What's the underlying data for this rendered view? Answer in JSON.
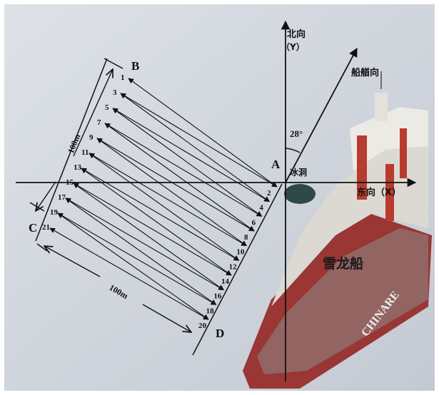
{
  "labels": {
    "north": "北向",
    "north_axis": "（Y）",
    "east": "东向（X）",
    "heading": "船艏向",
    "angle": "28°",
    "ice_hole": "冰洞",
    "ship": "雪龙船",
    "hull_text": "CHINARE",
    "A": "A",
    "B": "B",
    "C": "C",
    "D": "D",
    "dist_bc": "100m",
    "dist_cd": "100m"
  },
  "left_points": [
    "1",
    "3",
    "5",
    "7",
    "9",
    "11",
    "13",
    "15",
    "17",
    "19",
    "21"
  ],
  "right_points": [
    "2",
    "4",
    "6",
    "8",
    "10",
    "12",
    "14",
    "16",
    "18",
    "20"
  ],
  "colors": {
    "sea": "#cfd5dd",
    "line": "#111111",
    "hull": "#a33a3a",
    "deck": "#d9d6d0",
    "crane": "#b83b30"
  }
}
